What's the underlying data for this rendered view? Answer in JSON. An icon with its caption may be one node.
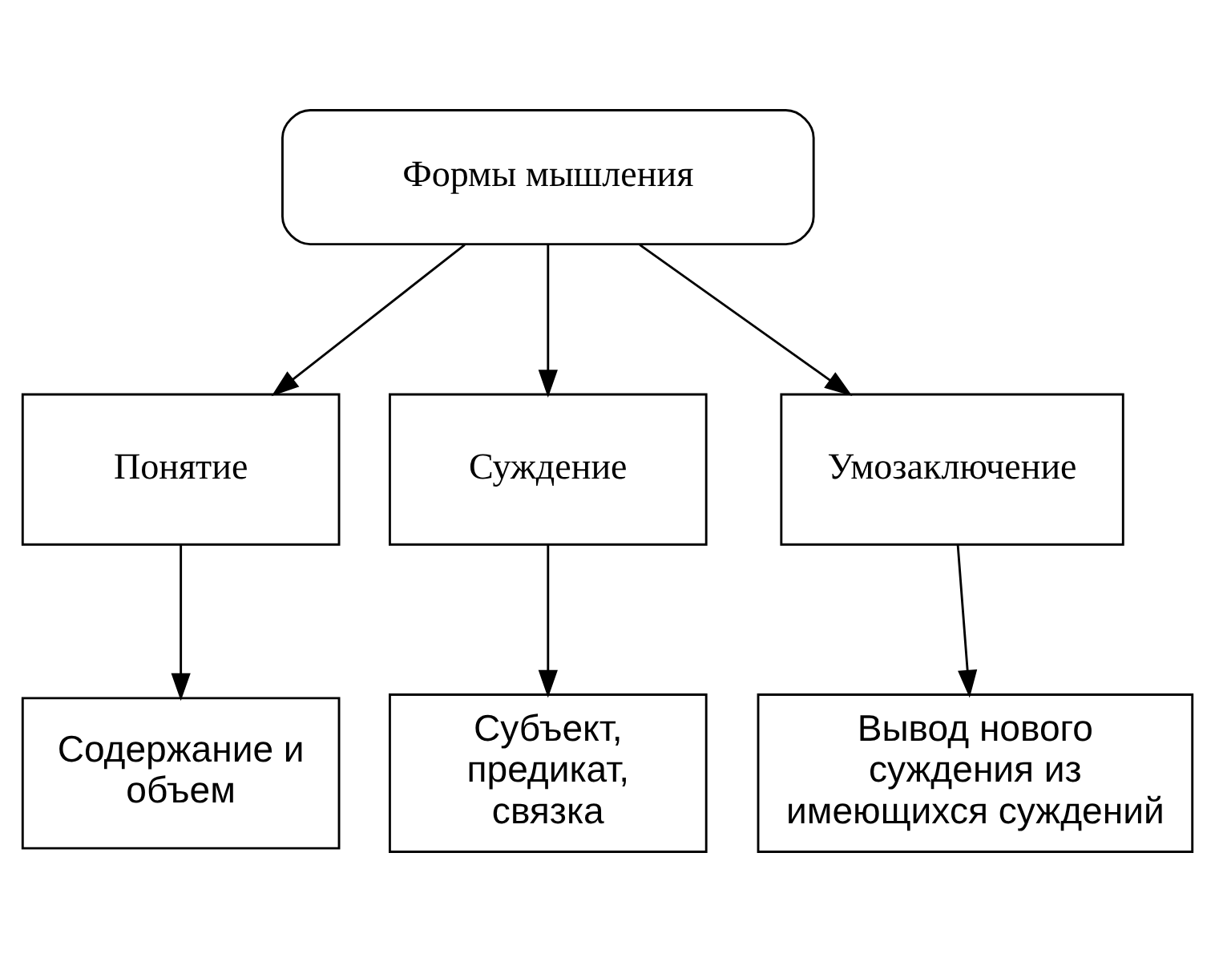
{
  "diagram": {
    "nodes": [
      {
        "text": [
          "Формы мышления"
        ]
      },
      {
        "text": [
          "Понятие"
        ]
      },
      {
        "text": [
          "Суждение"
        ]
      },
      {
        "text": [
          "Умозаключение"
        ]
      },
      {
        "text": [
          "Содержание и объем"
        ]
      },
      {
        "text": [
          "Субъект, предикат, связка"
        ]
      },
      {
        "text": [
          "Вывод нового суждения из имеющихся суждений"
        ]
      }
    ],
    "edges": [
      {
        "from": 0,
        "to": 1,
        "arrow": "to"
      },
      {
        "from": 0,
        "to": 2,
        "arrow": "to"
      },
      {
        "from": 0,
        "to": 3,
        "arrow": "to"
      },
      {
        "from": 1,
        "to": 4,
        "arrow": "to"
      },
      {
        "from": 2,
        "to": 5,
        "arrow": "to"
      },
      {
        "from": 3,
        "to": 6,
        "arrow": "to"
      }
    ]
  }
}
